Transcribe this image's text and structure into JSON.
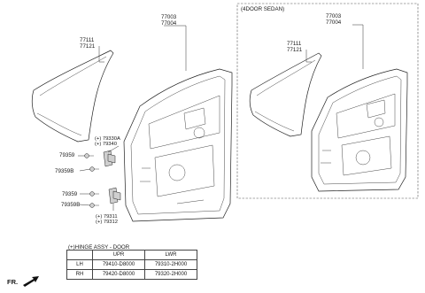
{
  "left_view": {
    "labels": {
      "door_assy_1": "77003",
      "door_assy_2": "77004",
      "outer_panel_1": "77111",
      "outer_panel_2": "77121",
      "hinge_upr_1": "(+) 79330A",
      "hinge_upr_2": "(+) 79340",
      "bolt_upr": "79359",
      "bolt_upr_b": "79359B",
      "bolt_lwr": "79359",
      "bolt_lwr_b": "79359B",
      "hinge_lwr_1": "(+) 79311",
      "hinge_lwr_2": "(+) 79312"
    }
  },
  "right_view": {
    "box_title": "(4DOOR SEDAN)",
    "labels": {
      "door_assy_1": "77003",
      "door_assy_2": "77004",
      "outer_panel_1": "77111",
      "outer_panel_2": "77121"
    }
  },
  "hinge_table": {
    "title": "(+)HINGE ASSY - DOOR",
    "headers": [
      "",
      "UPR",
      "LWR"
    ],
    "rows": [
      {
        "label": "LH",
        "upr": "79410-D8000",
        "lwr": "79310-2H000"
      },
      {
        "label": "RH",
        "upr": "79420-D8000",
        "lwr": "79320-2H000"
      }
    ]
  },
  "direction_label": "FR."
}
